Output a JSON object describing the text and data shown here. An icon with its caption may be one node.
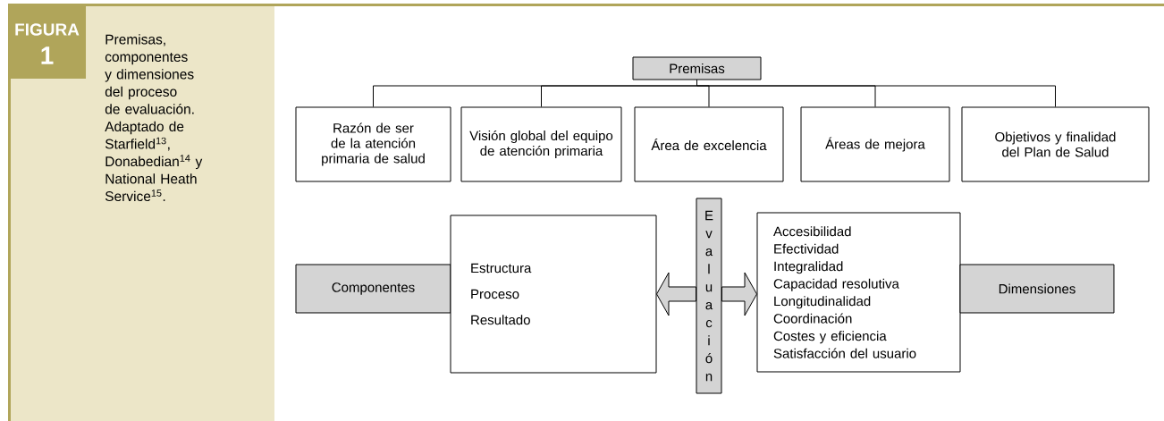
{
  "diagram": {
    "caption": "Premisas, componentes y dimensiones del proceso de evaluación. Adaptado de Starfield$^{13}$, Donabedian$^{14}$ y National Heath Service$^{15}$.",
    "nodes": [
      {
        "text": [
          "Premisas"
        ]
      },
      {
        "text": [
          "Razón de ser de la atención primaria de salud"
        ]
      },
      {
        "text": [
          "Visión global del equipo de atención primaria"
        ]
      },
      {
        "text": [
          "Área de excelencia"
        ]
      },
      {
        "text": [
          "Áreas de mejora"
        ]
      },
      {
        "text": [
          "Objetivos y finalidad del Plan de Salud"
        ]
      },
      {
        "text": [
          "Componentes"
        ]
      },
      {
        "text": [
          "Estructura",
          "Proceso",
          "Resultado"
        ]
      },
      {
        "text": [
          "Evaluación"
        ]
      },
      {
        "text": [
          "Accesibilidad",
          "Efectividad",
          "Integralidad",
          "Capacidad resolutiva",
          "Longitudinalidad",
          "Coordinación",
          "Costes y eficiencia",
          "Satisfacción del usuario"
        ]
      },
      {
        "text": [
          "Dimensiones"
        ]
      }
    ],
    "edges": [
      {
        "from": 0,
        "to": 1,
        "arrow": "none"
      },
      {
        "from": 0,
        "to": 2,
        "arrow": "none"
      },
      {
        "from": 0,
        "to": 3,
        "arrow": "none"
      },
      {
        "from": 0,
        "to": 4,
        "arrow": "none"
      },
      {
        "from": 0,
        "to": 5,
        "arrow": "none"
      },
      {
        "from": 8,
        "to": 7,
        "arrow": "to"
      },
      {
        "from": 8,
        "to": 9,
        "arrow": "to"
      }
    ],
    "labels": [
      "FIGURA",
      "1"
    ]
  }
}
